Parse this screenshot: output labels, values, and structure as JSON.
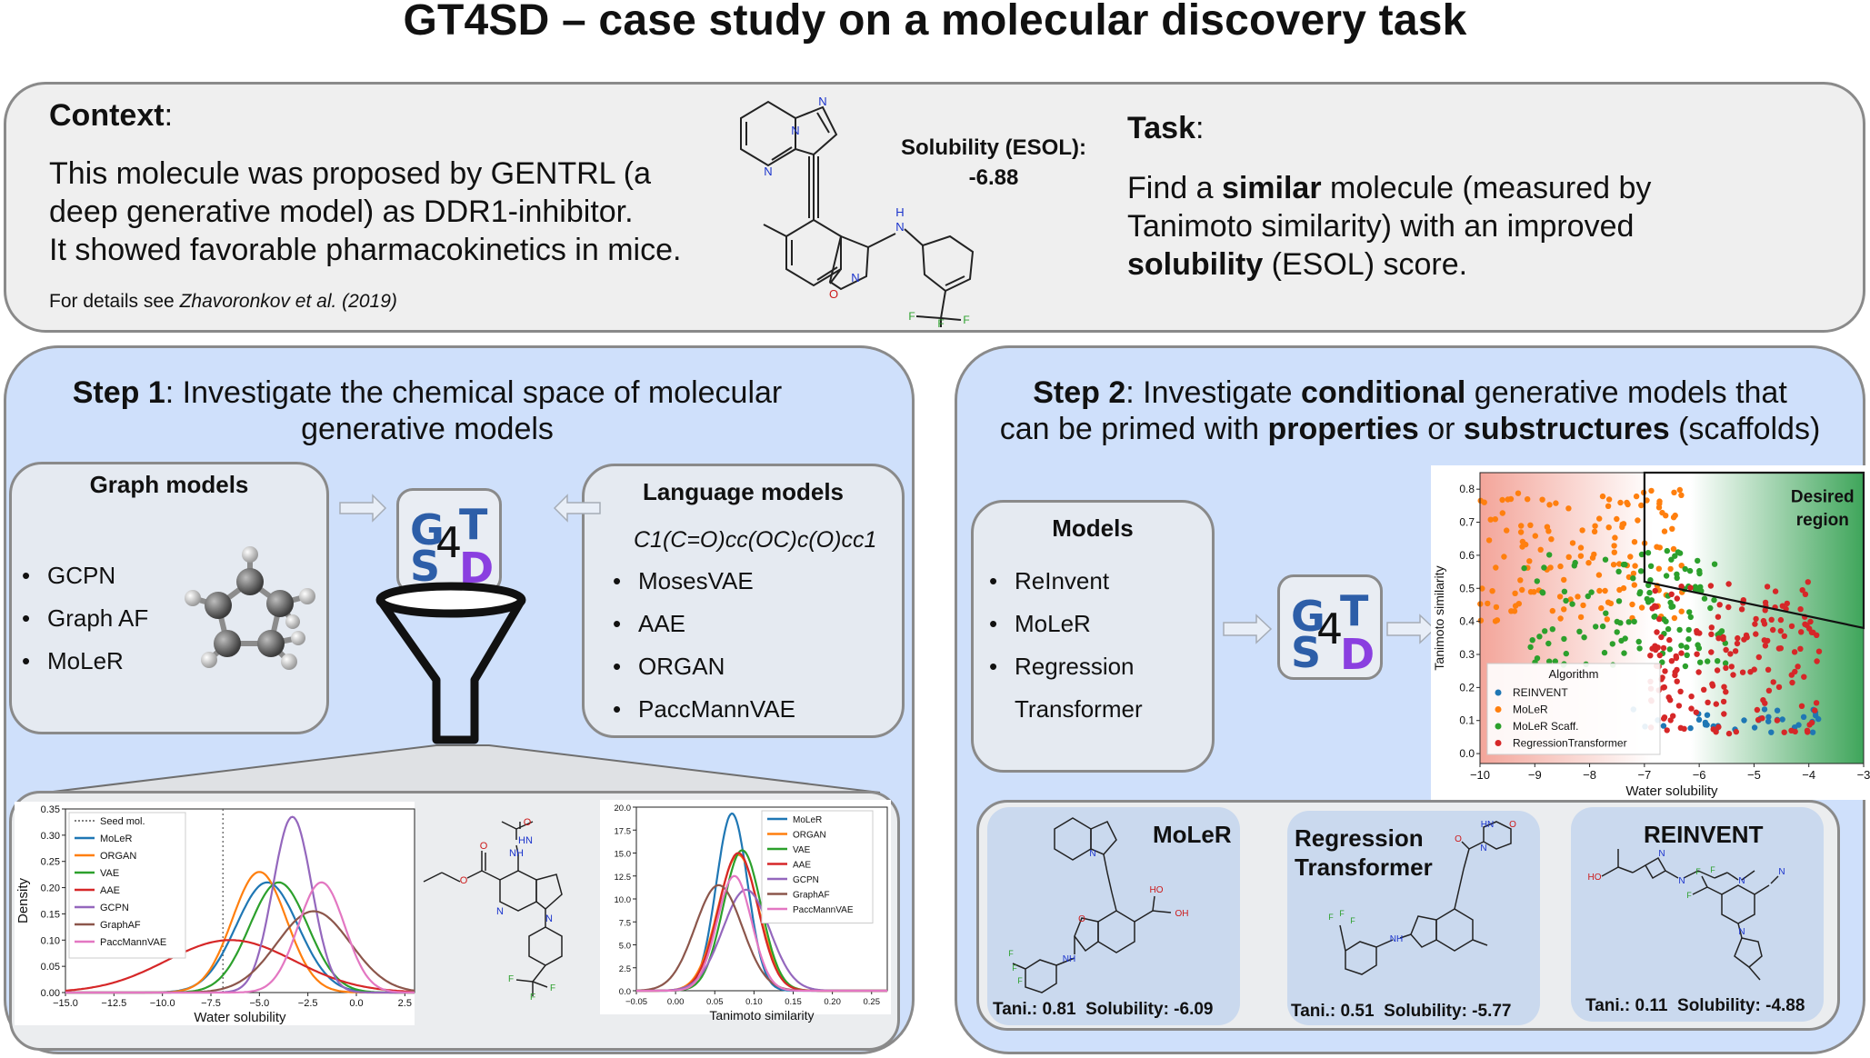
{
  "title": "GT4SD – case study on a molecular discovery task",
  "context": {
    "heading": "Context",
    "body": [
      "This molecule was proposed by GENTRL (a",
      "deep generative model) as DDR1-inhibitor.",
      "It showed favorable pharmacokinetics in mice."
    ],
    "ref_prefix": "For details see ",
    "ref_italic": "Zhavoronkov et al. (2019)",
    "solubility_label": "Solubility (ESOL):",
    "solubility_value": "-6.88",
    "mol_atoms": {
      "n1": "N",
      "n2": "N",
      "n3": "N",
      "nh": "N",
      "h": "H",
      "o": "O",
      "n4": "N",
      "f1": "F",
      "f2": "F",
      "f3": "F"
    }
  },
  "task": {
    "heading": "Task",
    "line1_pre": "Find a ",
    "line1_bold": "similar",
    "line1_post": " molecule (measured by",
    "line2": "Tanimoto similarity) with an improved",
    "line3_bold": "solubility",
    "line3_post": " (ESOL) score."
  },
  "step1": {
    "title_bold": "Step 1",
    "title_rest": ": Investigate the chemical space of molecular",
    "title_line2": "generative models",
    "graph_models": {
      "heading": "Graph models",
      "items": [
        "GCPN",
        "Graph AF",
        "MoLeR"
      ]
    },
    "language_models": {
      "heading": "Language models",
      "smiles": "C1(C=O)cc(OC)c(O)cc1",
      "items": [
        "MosesVAE",
        "AAE",
        "ORGAN",
        "PaccMannVAE"
      ]
    },
    "logo": {
      "g": "G",
      "t": "T",
      "four": "4",
      "s": "S",
      "d": "D"
    }
  },
  "step2": {
    "title_bold1": "Step 2",
    "title_mid1": ": Investigate ",
    "title_bold2": "conditional",
    "title_mid2": " generative models that",
    "title_l2_pre": "can be primed with ",
    "title_bold3": "properties",
    "title_mid3": " or ",
    "title_bold4": "substructures",
    "title_l2_post": " (scaffolds)",
    "models": {
      "heading": "Models",
      "items": [
        "ReInvent",
        "MoLeR",
        "Regression",
        "Transformer"
      ]
    }
  },
  "colors": {
    "blue_logo": "#2d5ea8",
    "purple_logo": "#8a3fe0",
    "step_bg": "#cfe0fb",
    "moler": "#1f77b4",
    "organ": "#ff7f0e",
    "vae": "#2ca02c",
    "aae": "#d62728",
    "gcpn": "#9467bd",
    "graphaf": "#8c564b",
    "paccmann": "#e377c2"
  },
  "results": [
    {
      "name": "MoLeR",
      "tani_label": "Tani.: 0.81",
      "sol_label": "Solubility: -6.09",
      "atoms": {
        "ho": "HO",
        "oh": "OH",
        "o": "O",
        "n": "N",
        "nh": "NH",
        "f1": "F",
        "f2": "F",
        "f3": "F"
      }
    },
    {
      "name_l1": "Regression",
      "name_l2": "Transformer",
      "tani_label": "Tani.: 0.51",
      "sol_label": "Solubility: -5.77",
      "atoms": {
        "hn": "HN",
        "o1": "O",
        "o2": "O",
        "n": "N",
        "nh": "NH",
        "f1": "F",
        "f2": "F",
        "f3": "F"
      }
    },
    {
      "name": "REINVENT",
      "tani_label": "Tani.: 0.11",
      "sol_label": "Solubility: -4.88",
      "atoms": {
        "ho": "HO",
        "n1": "N",
        "n2": "N",
        "n3": "N",
        "n4": "N",
        "n5": "N",
        "f1": "F",
        "f2": "F",
        "f3": "F"
      }
    }
  ],
  "seed_mol_atoms": {
    "nh": "HN",
    "o1": "O",
    "o2": "O",
    "o3": "O",
    "nh2": "NH",
    "n1": "N",
    "n2": "N",
    "f1": "F",
    "f2": "F",
    "f3": "F"
  },
  "chart_data": [
    {
      "type": "line",
      "subtype": "kde",
      "xlabel": "Water solubility",
      "ylabel": "Density",
      "xlim": [
        -15,
        3
      ],
      "ylim": [
        0,
        0.35
      ],
      "xticks": [
        "−15.0",
        "−12.5",
        "−10.0",
        "−7.5",
        "−5.0",
        "−2.5",
        "0.0",
        "2.5"
      ],
      "yticks": [
        "0.00",
        "0.05",
        "0.10",
        "0.15",
        "0.20",
        "0.25",
        "0.30",
        "0.35"
      ],
      "seed_x": -6.88,
      "legend": [
        "Seed mol.",
        "MoLeR",
        "ORGAN",
        "VAE",
        "AAE",
        "GCPN",
        "GraphAF",
        "PaccMannVAE"
      ],
      "series": [
        {
          "name": "MoLeR",
          "color": "#1f77b4",
          "mu": -4.6,
          "sd": 1.6,
          "peak": 0.21
        },
        {
          "name": "ORGAN",
          "color": "#ff7f0e",
          "mu": -5.0,
          "sd": 1.4,
          "peak": 0.23
        },
        {
          "name": "VAE",
          "color": "#2ca02c",
          "mu": -4.0,
          "sd": 1.5,
          "peak": 0.21
        },
        {
          "name": "AAE",
          "color": "#d62728",
          "mu": -6.5,
          "sd": 3.3,
          "peak": 0.1
        },
        {
          "name": "GCPN",
          "color": "#9467bd",
          "mu": -3.3,
          "sd": 1.0,
          "peak": 0.335
        },
        {
          "name": "GraphAF",
          "color": "#8c564b",
          "mu": -2.2,
          "sd": 1.9,
          "peak": 0.155
        },
        {
          "name": "PaccMannVAE",
          "color": "#e377c2",
          "mu": -1.8,
          "sd": 1.2,
          "peak": 0.21
        }
      ]
    },
    {
      "type": "line",
      "subtype": "kde",
      "xlabel": "Tanimoto similarity",
      "xlim": [
        -0.05,
        0.27
      ],
      "ylim": [
        0,
        20
      ],
      "xticks": [
        "−0.05",
        "0.00",
        "0.05",
        "0.10",
        "0.15",
        "0.20",
        "0.25"
      ],
      "yticks": [
        "0.0",
        "2.5",
        "5.0",
        "7.5",
        "10.0",
        "12.5",
        "15.0",
        "17.5",
        "20.0"
      ],
      "legend": [
        "MoLeR",
        "ORGAN",
        "VAE",
        "AAE",
        "GCPN",
        "GraphAF",
        "PaccMannVAE"
      ],
      "series": [
        {
          "name": "MoLeR",
          "color": "#1f77b4",
          "mu": 0.072,
          "sd": 0.02,
          "peak": 19.3
        },
        {
          "name": "ORGAN",
          "color": "#ff7f0e",
          "mu": 0.08,
          "sd": 0.026,
          "peak": 14.8
        },
        {
          "name": "VAE",
          "color": "#2ca02c",
          "mu": 0.085,
          "sd": 0.024,
          "peak": 15.3
        },
        {
          "name": "AAE",
          "color": "#d62728",
          "mu": 0.08,
          "sd": 0.025,
          "peak": 15.0
        },
        {
          "name": "GCPN",
          "color": "#9467bd",
          "mu": 0.09,
          "sd": 0.03,
          "peak": 11.0
        },
        {
          "name": "GraphAF",
          "color": "#8c564b",
          "mu": 0.055,
          "sd": 0.03,
          "peak": 11.5
        },
        {
          "name": "PaccMannVAE",
          "color": "#e377c2",
          "mu": 0.075,
          "sd": 0.022,
          "peak": 12.5
        }
      ]
    },
    {
      "type": "scatter",
      "xlabel": "Water solubility",
      "ylabel": "Tanimoto similarity",
      "xlim": [
        -10,
        -3
      ],
      "ylim": [
        -0.03,
        0.85
      ],
      "xticks": [
        "−10",
        "−9",
        "−8",
        "−7",
        "−6",
        "−5",
        "−4",
        "−3"
      ],
      "yticks": [
        "0.0",
        "0.1",
        "0.2",
        "0.3",
        "0.4",
        "0.5",
        "0.6",
        "0.7",
        "0.8"
      ],
      "legend_title": "Algorithm",
      "annotation": "Desired region",
      "desired_region_polygon": [
        [
          -7,
          0.85
        ],
        [
          -3.0,
          0.85
        ],
        [
          -3.0,
          0.38
        ],
        [
          -7,
          0.52
        ]
      ],
      "series": [
        {
          "name": "REINVENT",
          "color": "#1f77b4",
          "x_range": [
            -7.2,
            -3.6
          ],
          "y_range": [
            0.06,
            0.14
          ],
          "n": 35
        },
        {
          "name": "MoLeR",
          "color": "#ff7f0e",
          "x_range": [
            -10,
            -6.3
          ],
          "y_range": [
            0.4,
            0.8
          ],
          "n": 140
        },
        {
          "name": "MoLeR Scaff.",
          "color": "#2ca02c",
          "x_range": [
            -9.2,
            -5.5
          ],
          "y_range": [
            0.26,
            0.62
          ],
          "n": 120
        },
        {
          "name": "RegressionTransformer",
          "color": "#d62728",
          "x_range": [
            -6.9,
            -3.8
          ],
          "y_range": [
            0.06,
            0.52
          ],
          "n": 170
        }
      ]
    }
  ]
}
